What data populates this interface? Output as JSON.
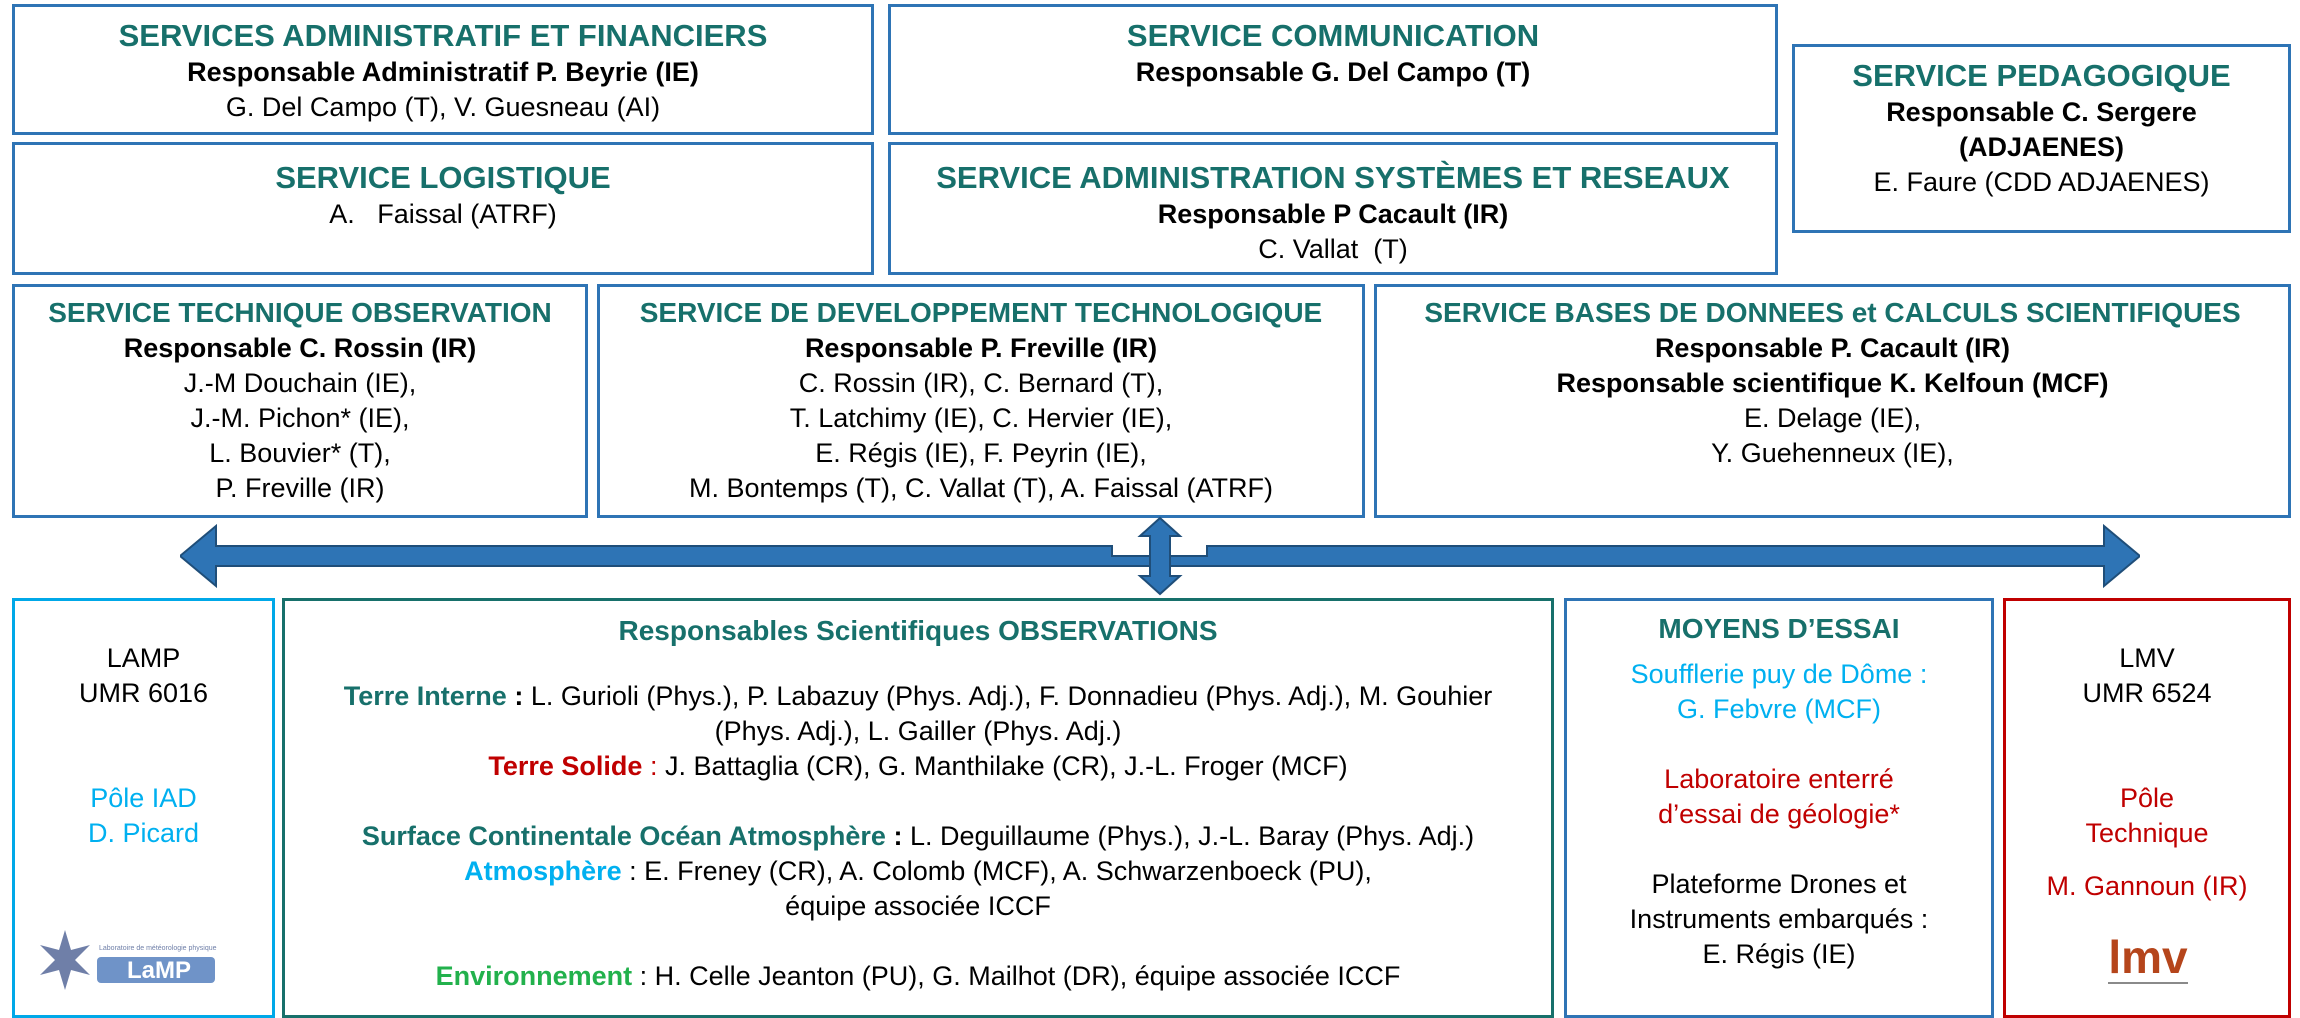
{
  "services": {
    "admin_fin": {
      "title": "SERVICES ADMINISTRATIF ET FINANCIERS",
      "responsable": "Responsable Administratif P. Beyrie (IE)",
      "members": "G. Del Campo (T), V. Guesneau (AI)"
    },
    "communication": {
      "title": "SERVICE COMMUNICATION",
      "responsable": "Responsable G. Del Campo (T)"
    },
    "pedagogique": {
      "title": "SERVICE PEDAGOGIQUE",
      "responsable_1": "Responsable C. Sergere",
      "responsable_2": "(ADJAENES)",
      "members": "E. Faure (CDD ADJAENES)"
    },
    "logistique": {
      "title": "SERVICE LOGISTIQUE",
      "members": "A.   Faissal (ATRF)"
    },
    "admin_sys": {
      "title": "SERVICE ADMINISTRATION SYSTÈMES ET RESEAUX",
      "responsable": "Responsable P Cacault (IR)",
      "members": "C. Vallat  (T)"
    },
    "tech_obs": {
      "title": "SERVICE TECHNIQUE OBSERVATION",
      "responsable": "Responsable C. Rossin (IR)",
      "members": [
        "J.-M Douchain (IE),",
        "J.-M. Pichon* (IE),",
        "L. Bouvier* (T),",
        "P. Freville (IR)"
      ]
    },
    "dev_tech": {
      "title": "SERVICE DE DEVELOPPEMENT TECHNOLOGIQUE",
      "responsable": "Responsable P. Freville (IR)",
      "members": [
        "C. Rossin (IR), C. Bernard (T),",
        "T. Latchimy (IE), C. Hervier (IE),",
        "E. Régis (IE), F. Peyrin (IE),",
        "M. Bontemps (T), C. Vallat (T), A. Faissal (ATRF)"
      ]
    },
    "bdd": {
      "title": "SERVICE BASES DE DONNEES et CALCULS SCIENTIFIQUES",
      "responsable": "Responsable P. Cacault (IR)",
      "responsable_sci": "Responsable scientifique K. Kelfoun (MCF)",
      "members": [
        "E. Delage (IE),",
        "Y. Guehenneux (IE),"
      ]
    }
  },
  "lamp": {
    "name": "LAMP",
    "umr": "UMR 6016",
    "pole": "Pôle IAD",
    "pole_person": "D. Picard",
    "logo_text": "Laboratoire de météorologie physique",
    "logo_word": "LaMP"
  },
  "observations": {
    "title": "Responsables Scientifiques OBSERVATIONS",
    "terre_interne_label": "Terre Interne",
    "terre_interne_sep": " : ",
    "terre_interne_text": "L. Gurioli (Phys.), P. Labazuy (Phys. Adj.), F. Donnadieu (Phys. Adj.), M. Gouhier (Phys. Adj.), L. Gailler (Phys. Adj.)",
    "terre_solide_label": "Terre Solide",
    "terre_solide_sep": " : ",
    "terre_solide_text": "J. Battaglia (CR), G. Manthilake (CR), J.-L. Froger (MCF)",
    "surface_label": "Surface Continentale Océan Atmosphère",
    "surface_sep": " : ",
    "surface_text": "L. Deguillaume (Phys.), J.-L. Baray (Phys. Adj.)",
    "atmosphere_label": "Atmosphère",
    "atmosphere_sep": " : ",
    "atmosphere_text": "E. Freney (CR), A. Colomb (MCF), A. Schwarzenboeck (PU),",
    "atmosphere_text_2": "équipe associée ICCF",
    "environnement_label": "Environnement",
    "environnement_sep": " : ",
    "environnement_text": "H. Celle Jeanton (PU), G. Mailhot (DR), équipe associée ICCF"
  },
  "moyens": {
    "title": "MOYENS D’ESSAI",
    "soufflerie_1": "Soufflerie puy de Dôme :",
    "soufflerie_2": "G. Febvre (MCF)",
    "labo_1": "Laboratoire enterré",
    "labo_2": "d’essai de géologie*",
    "drones_1": "Plateforme Drones et",
    "drones_2": "Instruments embarqués :",
    "drones_3": "E. Régis (IE)"
  },
  "lmv": {
    "name": "LMV",
    "umr": "UMR 6524",
    "pole_1": "Pôle",
    "pole_2": "Technique",
    "person": "M. Gannoun (IR)",
    "logo_word": "lmv"
  },
  "colors": {
    "box_border": "#2e74b5",
    "title_teal": "#17706b",
    "lamp_cyan": "#00b0f0",
    "lmv_red": "#c00000",
    "env_green": "#22b14c",
    "arrow_blue": "#2e74b5"
  }
}
